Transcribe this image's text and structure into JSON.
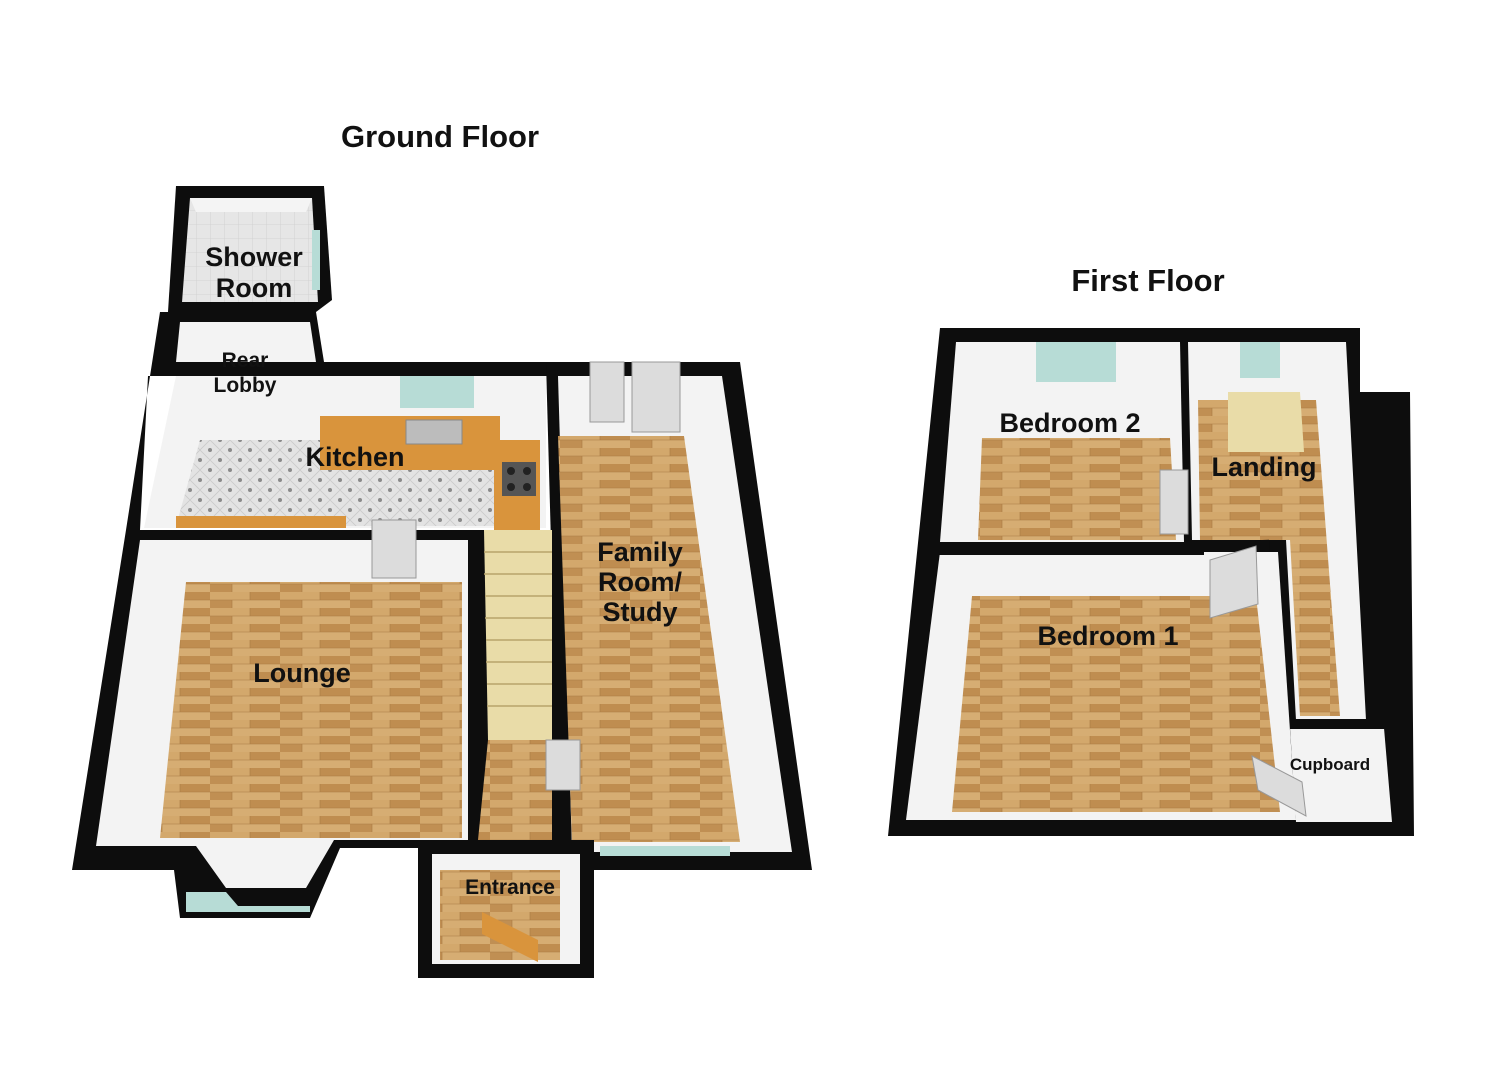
{
  "floors": {
    "ground": {
      "title": "Ground Floor",
      "rooms": {
        "shower_room": "Shower Room",
        "rear_lobby": "Rear Lobby",
        "kitchen": "Kitchen",
        "family_room": "Family Room/ Study",
        "lounge": "Lounge",
        "entrance": "Entrance"
      }
    },
    "first": {
      "title": "First Floor",
      "rooms": {
        "bedroom_2": "Bedroom 2",
        "landing": "Landing",
        "bedroom_1": "Bedroom 1",
        "cupboard": "Cupboard"
      }
    }
  },
  "colors": {
    "wall": "#0d0d0d",
    "wood": "#c89a5c",
    "kitchen_tile": "#d9d9d9",
    "shower_tile": "#e2e2e2",
    "wall_face": "#f3f3f3",
    "window": "#b7dcd6",
    "worktop": "#d9943c"
  }
}
